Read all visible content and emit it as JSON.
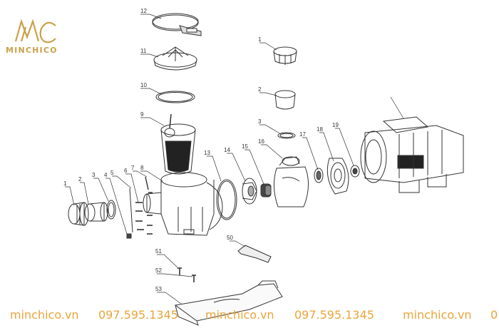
{
  "brand": {
    "name": "MINCHICO",
    "color": "#c9a24a"
  },
  "watermark": {
    "items": [
      "minchico.vn",
      "097.595.1345",
      "minchico.vn",
      "097.595.1345",
      "minchico.vn",
      "0"
    ],
    "color": "#e8a53a"
  },
  "callouts": {
    "c1_left": "1",
    "c2_left": "2",
    "c3_left": "3",
    "c4": "4",
    "c5": "5",
    "c6": "6",
    "c7": "7",
    "c8": "8",
    "c9": "9",
    "c10": "10",
    "c11": "11",
    "c12": "12",
    "c13": "13",
    "c14": "14",
    "c15": "15",
    "c16": "16",
    "c17": "17",
    "c18": "18",
    "c19": "19",
    "c1_right": "1",
    "c2_right": "2",
    "c3_right": "3",
    "c50": "50",
    "c51": "51",
    "c52": "52",
    "c53": "53"
  }
}
